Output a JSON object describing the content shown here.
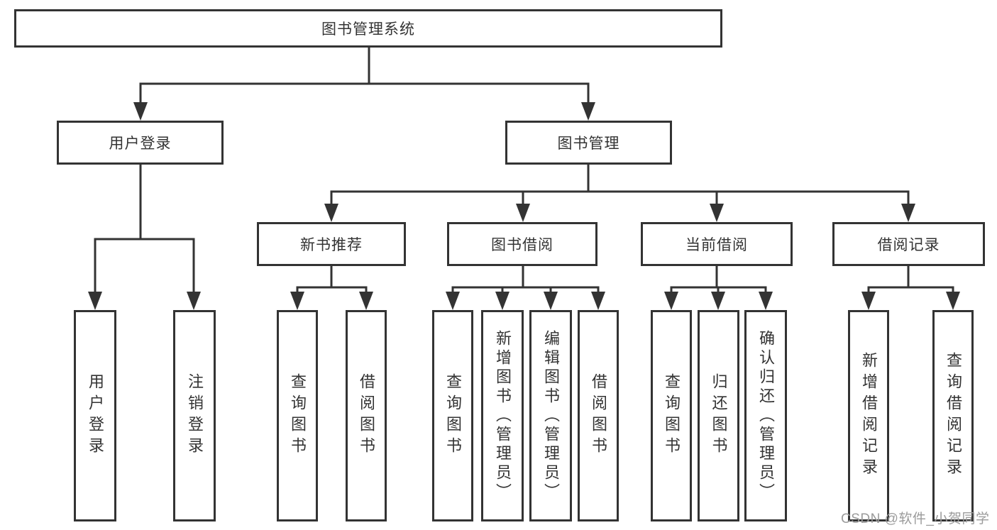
{
  "root": {
    "label": "图书管理系统"
  },
  "branches": [
    {
      "label": "用户登录",
      "children": [
        {
          "label": "用户登录"
        },
        {
          "label": "注销登录"
        }
      ]
    },
    {
      "label": "图书管理",
      "sections": [
        {
          "label": "新书推荐",
          "children": [
            {
              "label": "查询图书"
            },
            {
              "label": "借阅图书"
            }
          ]
        },
        {
          "label": "图书借阅",
          "children": [
            {
              "label": "查询图书"
            },
            {
              "label": "新增图书（管理员）"
            },
            {
              "label": "编辑图书（管理员）"
            },
            {
              "label": "借阅图书"
            }
          ]
        },
        {
          "label": "当前借阅",
          "children": [
            {
              "label": "查询图书"
            },
            {
              "label": "归还图书"
            },
            {
              "label": "确认归还（管理员）"
            }
          ]
        },
        {
          "label": "借阅记录",
          "children": [
            {
              "label": "新增借阅记录"
            },
            {
              "label": "查询借阅记录"
            }
          ]
        }
      ]
    }
  ],
  "watermark": {
    "text": "CSDN @软件_小贺同学",
    "color": "#9b9b9b"
  },
  "colors": {
    "line": "#333333",
    "text": "#333333",
    "node_background": "#ffffff",
    "page_background": "#ffffff"
  }
}
